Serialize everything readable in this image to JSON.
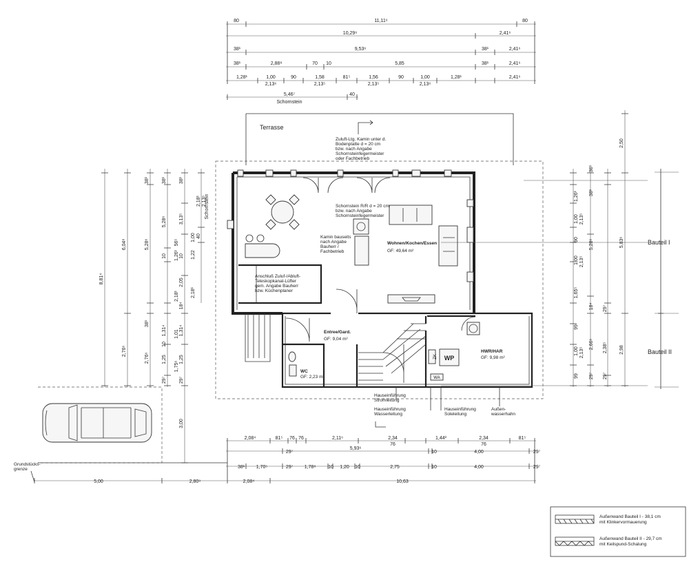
{
  "top_dims": {
    "row1": [
      "80",
      "11,11⁶",
      "80"
    ],
    "row2": [
      "10,29⁶",
      "2,41⁶"
    ],
    "row3": [
      "38¹",
      "9,53⁶",
      "38¹",
      "2,41⁶"
    ],
    "row4": [
      "38¹",
      "2,88⁸",
      "70",
      "10",
      "5,85",
      "38¹",
      "2,41⁶"
    ],
    "row5": [
      "1,28¹",
      "1,00",
      "90",
      "1,58",
      "81⁵",
      "1,56",
      "90",
      "1,00",
      "1,28¹",
      "2,41⁶"
    ],
    "row5b": [
      "2,13⁶",
      "2,13⁵",
      "2,13⁵",
      "2,13⁶"
    ],
    "chimney": [
      "5,46⁷",
      "40"
    ],
    "chimney_label": "Schornstein"
  },
  "left_dims": {
    "col1": [
      "8,81⁴"
    ],
    "col2": [
      "6,04⁸",
      "2,76⁶"
    ],
    "col3": [
      "38¹",
      "5,28⁶",
      "38¹",
      "2,76⁶"
    ],
    "col4": [
      "38¹",
      "5,28⁶",
      "10",
      "1,31⁴",
      "10",
      "1,25",
      "29⁷"
    ],
    "col5": [
      "38¹",
      "3,13⁵",
      "10",
      "2,05",
      "18⁴",
      "1,31⁴",
      "1,25",
      "29⁷"
    ],
    "col6": [
      "1,26¹",
      "56⁵",
      "2,18¹",
      "1,01",
      "1,75⁶"
    ],
    "col7": [
      "1,00",
      "1,22",
      "2,18¹"
    ],
    "chimney_side": [
      "2,18¹",
      "2,13⁵",
      "40"
    ],
    "chimney_label": "Schornstein",
    "carport": "3,00"
  },
  "right_dims": {
    "col1": [
      "38¹",
      "1,26¹",
      "1,00",
      "90",
      "1,00",
      "1,65⁵",
      "99",
      "1,00",
      "99"
    ],
    "col2": [
      "2,13⁵",
      "2,13⁵",
      "18⁴",
      "2,13⁵",
      "29⁷"
    ],
    "col3": [
      "38¹",
      "5,28⁶",
      "29⁷",
      "2,66⁶",
      "2,38⁵",
      "29⁷"
    ],
    "col4": [
      "2,50",
      "5,83⁶",
      "2,98"
    ],
    "bauteil1": "Bauteil I",
    "bauteil2": "Bauteil II"
  },
  "bottom_dims": {
    "row1": [
      "2,08⁴",
      "81⁵",
      "76",
      "76",
      "2,11⁶",
      "2,34",
      "76",
      "1,44²",
      "2,34",
      "76",
      "81⁵"
    ],
    "row2": [
      "29⁷",
      "5,93⁶",
      "10",
      "4,00",
      "29⁷"
    ],
    "row3": [
      "38¹",
      "1,70⁵",
      "29⁷",
      "1,78⁸",
      "10",
      "1,20",
      "10",
      "2,75",
      "10",
      "4,00",
      "29⁷"
    ],
    "row4": [
      "5,00",
      "2,80⁹",
      "2,08⁴",
      "10,63"
    ]
  },
  "rooms": {
    "terrasse": "Terrasse",
    "wohnen": {
      "name": "Wohnen/Kochen/Essen",
      "area": "GF:          49,64 m²"
    },
    "entree": {
      "name": "Entree/Gard.",
      "area": "GF:  9,04 m²"
    },
    "wc": {
      "name": "WC",
      "area": "GF: 2,23 m²"
    },
    "hwr": {
      "name": "HWR/HAR",
      "area": "GF: 9,98 m²"
    }
  },
  "notes": {
    "zuluft": [
      "Zuluft-Ltg. Kamin unter d.",
      "Bodenplatte d = 20 cm",
      "bzw. nach Angabe",
      "Schornsteinfegermeister",
      "oder Fachbetrieb"
    ],
    "schornstein": [
      "Schornstein R/R d = 20 cm",
      "bzw. nach Angabe",
      "Schornsteinfegermeister"
    ],
    "kamin": [
      "Kamin bauseits",
      "nach Angabe",
      "Bauherr /",
      "Fachbetrieb"
    ],
    "anschluss": [
      "Anschluß Zuluf-/Abluft-",
      "Teleskopkanal-Lüfter",
      "gem. Angabe Bauherr",
      "bzw. Küchenplaner"
    ],
    "hausein1": [
      "Hauseinführung",
      "Stromleitung"
    ],
    "hausein2": [
      "Hauseinführung",
      "Wasserleitung"
    ],
    "hausein3": [
      "Hauseinführung",
      "Soleleitung"
    ],
    "aussen": [
      "Außen-",
      "wasserhahn"
    ],
    "grund": [
      "Grundstücks-",
      "grenze"
    ],
    "wp": "WP",
    "wa": "WA",
    "zk": "ZK"
  },
  "legend": {
    "item1": [
      "Außenwand Bauteil I - 38,1 cm",
      "mit Klinkervormauerung"
    ],
    "item2": [
      "Außenwand Bauteil II - 29,7 cm",
      "mit Keilspund-Schalung"
    ]
  }
}
